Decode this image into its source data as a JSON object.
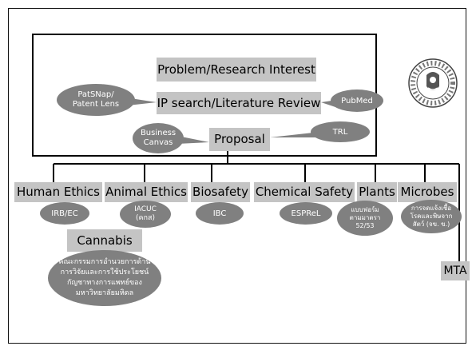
{
  "center": {
    "problem": "Problem/Research Interest",
    "ip_search": "IP search/Literature Review",
    "proposal": "Proposal"
  },
  "bubbles_top": {
    "patsnap": "PatSNap/\nPatent Lens",
    "pubmed": "PubMed",
    "business": "Business\nCanvas",
    "trl": "TRL"
  },
  "branches": {
    "human": {
      "label": "Human Ethics",
      "sub": "IRB/EC"
    },
    "animal": {
      "label": "Animal Ethics",
      "sub": "IACUC\n(คกส)"
    },
    "biosafety": {
      "label": "Biosafety",
      "sub": "IBC"
    },
    "chemical": {
      "label": "Chemical Safety",
      "sub": "ESPReL"
    },
    "plants": {
      "label": "Plants",
      "sub": "แบบฟอร์ม\nตามมาตรา\n52/53"
    },
    "microbes": {
      "label": "Microbes",
      "sub": "การจดแจ้งเชื้อ\nโรคและพิษจาก\nสัตว์ (จข. ข.)"
    }
  },
  "cannabis": {
    "label": "Cannabis",
    "sub": "คณะกรรมการอำนวยการด้าน\nการวิจัยและการใช้ประโยชน์\nกัญชาทางการแพทย์ของ\nมหาวิทยาลัยมหิดล"
  },
  "mta": "MTA",
  "logo": {
    "ring_text": "มหาวิทยาลัยมหิดล"
  }
}
